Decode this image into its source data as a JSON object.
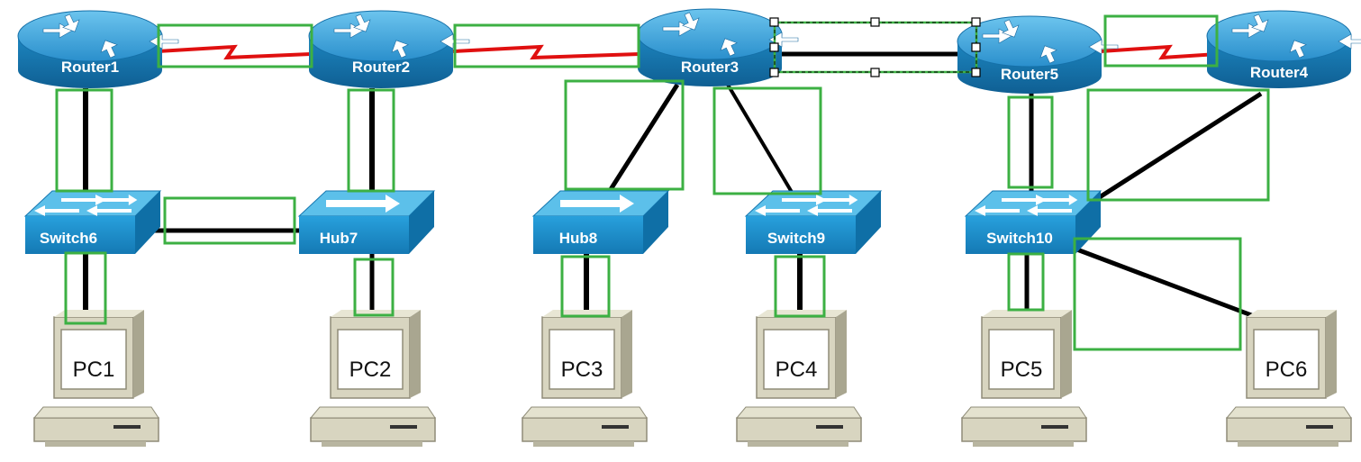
{
  "diagram": {
    "routers": [
      {
        "id": "r1",
        "label": "Router1"
      },
      {
        "id": "r2",
        "label": "Router2"
      },
      {
        "id": "r3",
        "label": "Router3"
      },
      {
        "id": "r5",
        "label": "Router5"
      },
      {
        "id": "r4",
        "label": "Router4"
      }
    ],
    "switches": [
      {
        "id": "sw6",
        "label": "Switch6",
        "kind": "switch"
      },
      {
        "id": "hub7",
        "label": "Hub7",
        "kind": "hub"
      },
      {
        "id": "hub8",
        "label": "Hub8",
        "kind": "hub"
      },
      {
        "id": "sw9",
        "label": "Switch9",
        "kind": "switch"
      },
      {
        "id": "sw10",
        "label": "Switch10",
        "kind": "switch"
      }
    ],
    "pcs": [
      {
        "id": "pc1",
        "label": "PC1"
      },
      {
        "id": "pc2",
        "label": "PC2"
      },
      {
        "id": "pc3",
        "label": "PC3"
      },
      {
        "id": "pc4",
        "label": "PC4"
      },
      {
        "id": "pc5",
        "label": "PC5"
      },
      {
        "id": "pc6",
        "label": "PC6"
      }
    ],
    "connections": [
      {
        "from": "Router1",
        "to": "Router2",
        "type": "serial"
      },
      {
        "from": "Router2",
        "to": "Router3",
        "type": "serial"
      },
      {
        "from": "Router3",
        "to": "Router5",
        "type": "ethernet",
        "selected": true
      },
      {
        "from": "Router5",
        "to": "Router4",
        "type": "serial"
      },
      {
        "from": "Router1",
        "to": "Switch6",
        "type": "ethernet"
      },
      {
        "from": "Router2",
        "to": "Hub7",
        "type": "ethernet"
      },
      {
        "from": "Router3",
        "to": "Hub8",
        "type": "ethernet"
      },
      {
        "from": "Router3",
        "to": "Switch9",
        "type": "ethernet"
      },
      {
        "from": "Router5",
        "to": "Switch10",
        "type": "ethernet"
      },
      {
        "from": "Router4",
        "to": "Switch10",
        "type": "ethernet"
      },
      {
        "from": "Switch6",
        "to": "Hub7",
        "type": "ethernet"
      },
      {
        "from": "Switch6",
        "to": "PC1",
        "type": "ethernet"
      },
      {
        "from": "Hub7",
        "to": "PC2",
        "type": "ethernet"
      },
      {
        "from": "Hub8",
        "to": "PC3",
        "type": "ethernet"
      },
      {
        "from": "Switch9",
        "to": "PC4",
        "type": "ethernet"
      },
      {
        "from": "Switch10",
        "to": "PC5",
        "type": "ethernet"
      },
      {
        "from": "Switch10",
        "to": "PC6",
        "type": "ethernet"
      }
    ],
    "colors": {
      "router_top": "#3aa3d8",
      "router_side": "#1570a8",
      "switch_top": "#3ab0e0",
      "switch_front": "#1b8cc8",
      "serial_link": "#e01010",
      "ethernet_link": "#000000",
      "highlight_box": "#3cb043",
      "pc_body": "#d8d5c0",
      "pc_shadow": "#8f8c78"
    }
  }
}
